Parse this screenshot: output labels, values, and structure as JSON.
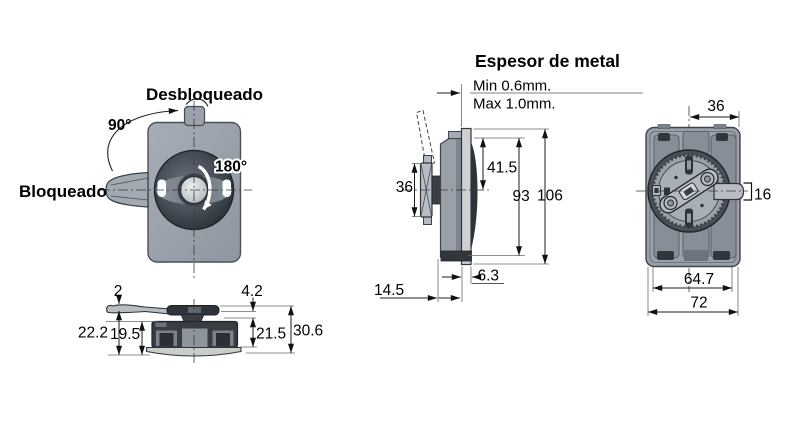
{
  "background": "#ffffff",
  "colors": {
    "body_gray": "#9aa1ab",
    "dark_part": "#383d44",
    "light_part": "#c7ccce",
    "flange": "#c9cec9",
    "panel": "#cdd1d4",
    "line": "#1c1c1c",
    "arrow_white": "#ffffff"
  },
  "front_view": {
    "label_unlocked": "Desbloqueado",
    "label_locked": "Bloqueado",
    "angle_open": "90°",
    "angle_rotation": "180°"
  },
  "side_view": {
    "dim_lever_tip": "2",
    "dim_knob_height": "4.2",
    "dim_total_left": "22.2",
    "dim_body_height": "19.5",
    "dim_body_right": "21.5",
    "dim_total_right": "30.6"
  },
  "panel_view": {
    "title": "Espesor de metal",
    "thickness_min": "Min 0.6mm.",
    "thickness_max": "Max 1.0mm.",
    "dim_wing": "36",
    "dim_half": "41.5",
    "dim_body": "93",
    "dim_total": "106",
    "dim_latch": "6.3",
    "dim_depth": "14.5"
  },
  "rear_view": {
    "dim_offset": "36",
    "dim_tongue": "16",
    "dim_inner": "64.7",
    "dim_width": "72"
  }
}
